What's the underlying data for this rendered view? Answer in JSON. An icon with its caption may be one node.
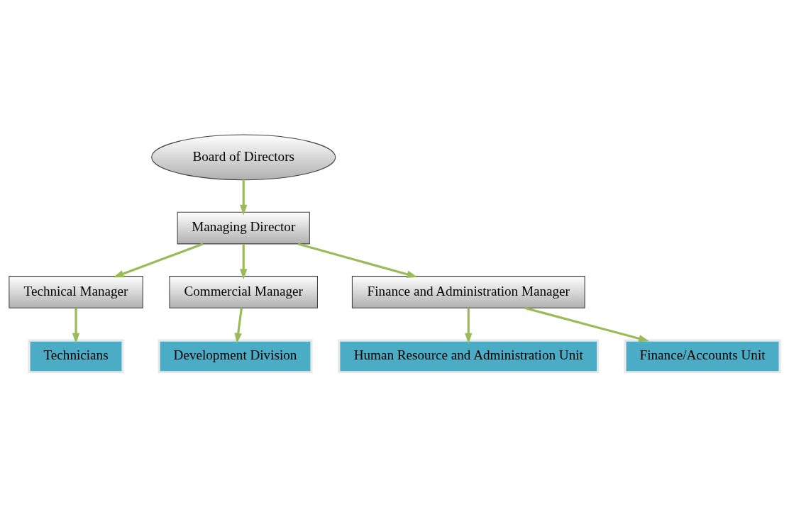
{
  "diagram": {
    "nodes": [
      {
        "text": [
          "Board of Directors"
        ]
      },
      {
        "text": [
          "Managing Director"
        ]
      },
      {
        "text": [
          "Technical Manager"
        ]
      },
      {
        "text": [
          "Commercial Manager"
        ]
      },
      {
        "text": [
          "Finance and Administration Manager"
        ]
      },
      {
        "text": [
          "Technicians"
        ]
      },
      {
        "text": [
          "Development Division"
        ]
      },
      {
        "text": [
          "Human Resource and Administration Unit"
        ]
      },
      {
        "text": [
          "Finance/Accounts Unit"
        ]
      }
    ],
    "edges": [
      {
        "from": 0,
        "to": 1,
        "arrow": "to"
      },
      {
        "from": 1,
        "to": 2,
        "arrow": "to"
      },
      {
        "from": 1,
        "to": 3,
        "arrow": "to"
      },
      {
        "from": 1,
        "to": 4,
        "arrow": "to"
      },
      {
        "from": 2,
        "to": 5,
        "arrow": "to"
      },
      {
        "from": 3,
        "to": 6,
        "arrow": "to"
      },
      {
        "from": 4,
        "to": 7,
        "arrow": "to"
      },
      {
        "from": 4,
        "to": 8,
        "arrow": "to"
      }
    ]
  }
}
